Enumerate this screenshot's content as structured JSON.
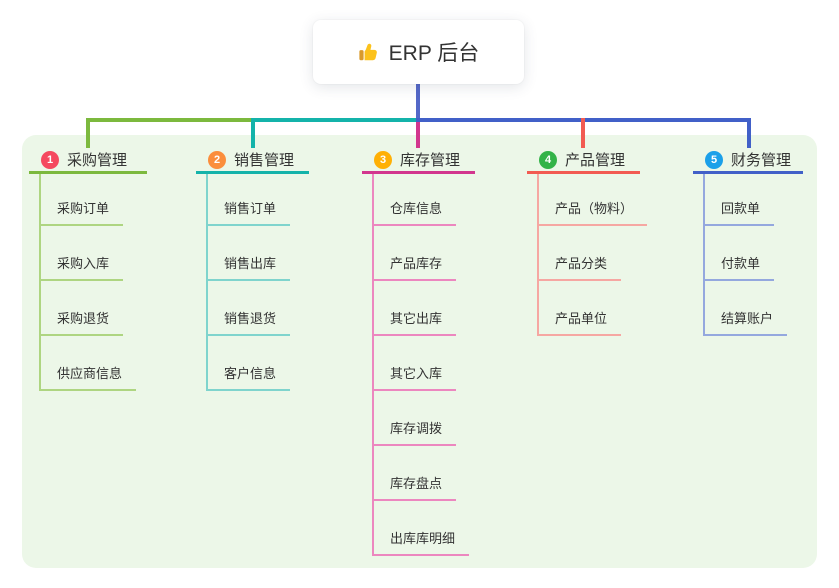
{
  "root": {
    "label": "ERP 后台",
    "icon": "thumbs-up-icon"
  },
  "branches": [
    {
      "index": "1",
      "title": "采购管理",
      "badge_color": "#f5495f",
      "line_color": "#7cb93e",
      "light_color": "#aed581",
      "children": [
        "采购订单",
        "采购入库",
        "采购退货",
        "供应商信息"
      ]
    },
    {
      "index": "2",
      "title": "销售管理",
      "badge_color": "#fb8e3c",
      "line_color": "#14b3aa",
      "light_color": "#7fd4cd",
      "children": [
        "销售订单",
        "销售出库",
        "销售退货",
        "客户信息"
      ]
    },
    {
      "index": "3",
      "title": "库存管理",
      "badge_color": "#ffb005",
      "line_color": "#d2368e",
      "light_color": "#ec87bf",
      "children": [
        "仓库信息",
        "产品库存",
        "其它出库",
        "其它入库",
        "库存调拨",
        "库存盘点",
        "出库库明细"
      ]
    },
    {
      "index": "4",
      "title": "产品管理",
      "badge_color": "#33b348",
      "line_color": "#f25b52",
      "light_color": "#f6a7a2",
      "children": [
        "产品（物料）",
        "产品分类",
        "产品单位"
      ]
    },
    {
      "index": "5",
      "title": "财务管理",
      "badge_color": "#1ba0e9",
      "line_color": "#4160c8",
      "light_color": "#94a8de",
      "children": [
        "回款单",
        "付款单",
        "结算账户"
      ]
    }
  ],
  "colors": {
    "page_bg": "#ffffff",
    "panel_bg": "#ecf7e8",
    "root_line": "#5468c8",
    "text": "#333333"
  }
}
